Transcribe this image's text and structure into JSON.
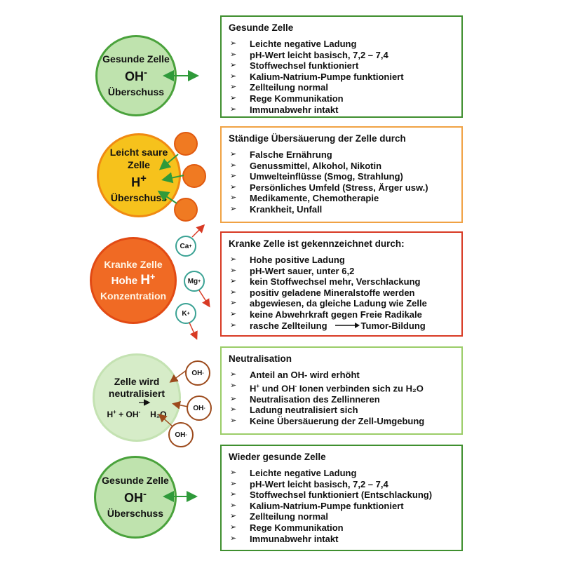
{
  "stages": [
    {
      "circle": {
        "line1": "Gesunde Zelle",
        "main": "OH",
        "main_sup": "-",
        "line3": "Überschuss"
      },
      "title": "Gesunde Zelle",
      "items": [
        "Leichte negative Ladung",
        "pH-Wert leicht basisch, 7,2 – 7,4",
        "Stoffwechsel funktioniert",
        "Kalium-Natrium-Pumpe funktioniert",
        "Zellteilung normal",
        "Rege Kommunikation",
        "Immunabwehr intakt"
      ]
    },
    {
      "circle": {
        "line1": "Leicht saure",
        "line2": "Zelle",
        "main": "H",
        "main_sup": "+",
        "line3": "Überschuss"
      },
      "title": "Ständige Übersäuerung der Zelle durch",
      "items": [
        "Falsche Ernährung",
        "Genussmittel, Alkohol, Nikotin",
        "Umwelteinflüsse (Smog, Strahlung)",
        "Persönliches Umfeld (Stress, Ärger usw.)",
        "Medikamente, Chemotherapie",
        "Krankheit, Unfall"
      ]
    },
    {
      "circle": {
        "line1": "Kranke Zelle",
        "main_prefix": "Hohe ",
        "main": "H",
        "main_sup": "+",
        "line3": "Konzentration"
      },
      "title": "Kranke Zelle ist gekennzeichnet durch:",
      "items": [
        "Hohe positive Ladung",
        "pH-Wert sauer,  unter 6,2",
        "kein Stoffwechsel mehr, Verschlackung",
        "positiv geladene Mineralstoffe werden"
      ],
      "continuation": "abgewiesen, da gleiche Ladung wie Zelle",
      "items2": [
        "keine Abwehrkraft gegen Freie Radikale",
        "rasche Zellteilung"
      ],
      "tumor": "Tumor-Bildung",
      "ions": [
        "Ca",
        "Mg",
        "K"
      ],
      "ion_sup": "+"
    },
    {
      "circle": {
        "line1": "Zelle wird",
        "line2": "neutralisiert"
      },
      "equation": {
        "h": "H",
        "h_sup": "+",
        "plus_oh": " + OH",
        "oh_sup": "-",
        "h2o": "H₂O"
      },
      "title": "Neutralisation",
      "items_rich": [
        {
          "t": "Anteil an OH- wird erhöht"
        },
        {
          "p1": "H",
          "s1": "+",
          "p2": " und OH",
          "s2": "-",
          "p3": " Ionen verbinden sich zu H₂O"
        },
        {
          "t": "Neutralisation des Zellinneren"
        },
        {
          "t": "Ladung neutralisiert sich"
        },
        {
          "t": "Keine Übersäuerung der Zell-Umgebung"
        }
      ],
      "ion_label": "OH",
      "ion_sup": "-"
    },
    {
      "circle": {
        "line1": "Gesunde Zelle",
        "main": "OH",
        "main_sup": "-",
        "line3": "Überschuss"
      },
      "title": "Wieder gesunde Zelle",
      "items": [
        "Leichte negative Ladung",
        "pH-Wert leicht basisch,  7,2 – 7,4",
        "Stoffwechsel funktioniert (Entschlackung)",
        "Kalium-Natrium-Pumpe funktioniert",
        "Zellteilung normal",
        "Rege Kommunikation",
        "Immunabwehr intakt"
      ]
    }
  ]
}
